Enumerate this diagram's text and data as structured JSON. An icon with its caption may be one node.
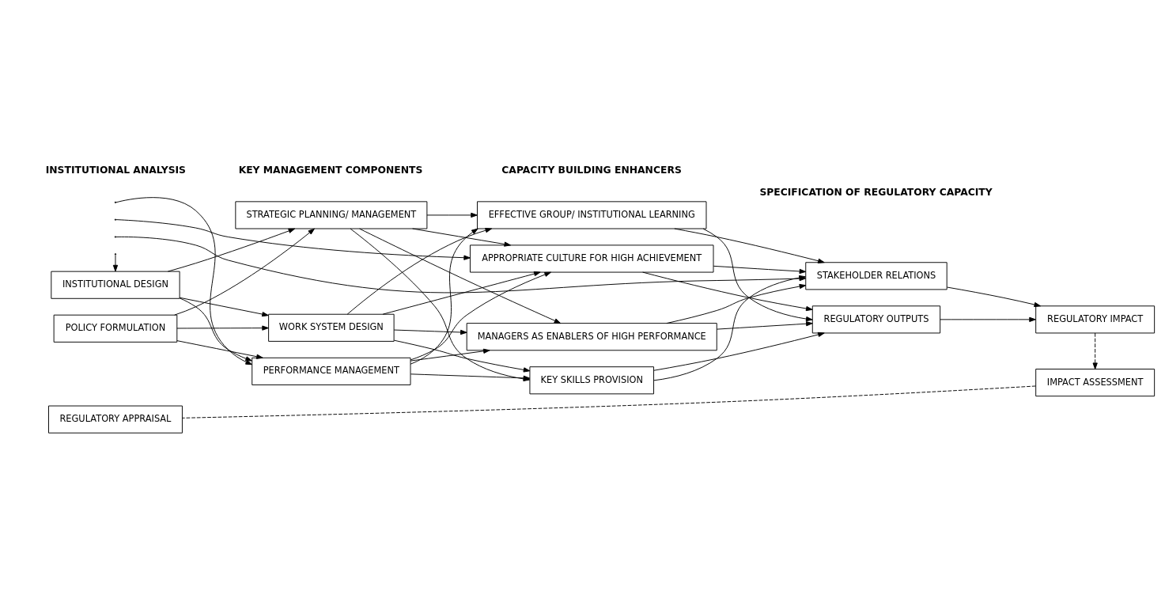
{
  "diagram": {
    "nodes": [
      {
        "text": [
          "POLICY FORMULATION"
        ]
      },
      {
        "text": [
          "INSTITUTIONAL DESIGN"
        ]
      },
      {
        "text": [
          "STRATEGIC PLANNING/ MANAGEMENT"
        ]
      },
      {
        "text": [
          "WORK SYSTEM DESIGN"
        ]
      },
      {
        "text": [
          "PERFORMANCE MANAGEMENT"
        ]
      },
      {
        "text": [
          "KEY SKILLS PROVISION"
        ]
      },
      {
        "text": [
          "EFFECTIVE GROUP/ INSTITUTIONAL LEARNING"
        ]
      },
      {
        "text": [
          "MANAGERS AS ENABLERS OF HIGH PERFORMANCE"
        ]
      },
      {
        "text": [
          "APPROPRIATE CULTURE FOR HIGH ACHIEVEMENT"
        ]
      },
      {
        "text": [
          "REGULATORY OUTPUTS"
        ]
      },
      {
        "text": [
          "STAKEHOLDER RELATIONS"
        ]
      },
      {
        "text": [
          "REGULATORY IMPACT"
        ]
      },
      {
        "text": [
          "IMPACT ASSESSMENT"
        ]
      },
      {
        "text": [
          "REGULATORY APPRAISAL"
        ]
      }
    ],
    "edges": [
      {
        "from": 0,
        "to": 2,
        "arrow": "to"
      },
      {
        "from": 0,
        "to": 3,
        "arrow": "to"
      },
      {
        "from": 0,
        "to": 4,
        "arrow": "to"
      },
      {
        "from": 1,
        "to": 2,
        "arrow": "to"
      },
      {
        "from": 1,
        "to": 3,
        "arrow": "to"
      },
      {
        "from": 1,
        "to": 4,
        "arrow": "to"
      },
      {
        "from": 2,
        "to": 5,
        "arrow": "to"
      },
      {
        "from": 2,
        "to": 6,
        "arrow": "to"
      },
      {
        "from": 2,
        "to": 7,
        "arrow": "to"
      },
      {
        "from": 2,
        "to": 8,
        "arrow": "to"
      },
      {
        "from": 3,
        "to": 5,
        "arrow": "to"
      },
      {
        "from": 3,
        "to": 6,
        "arrow": "to"
      },
      {
        "from": 3,
        "to": 7,
        "arrow": "to"
      },
      {
        "from": 3,
        "to": 8,
        "arrow": "to"
      },
      {
        "from": 4,
        "to": 5,
        "arrow": "to"
      },
      {
        "from": 4,
        "to": 6,
        "arrow": "to"
      },
      {
        "from": 4,
        "to": 7,
        "arrow": "to"
      },
      {
        "from": 4,
        "to": 8,
        "arrow": "to"
      },
      {
        "from": 5,
        "to": 9,
        "arrow": "to"
      },
      {
        "from": 6,
        "to": 9,
        "arrow": "to"
      },
      {
        "from": 7,
        "to": 9,
        "arrow": "to"
      },
      {
        "from": 8,
        "to": 9,
        "arrow": "to"
      },
      {
        "from": 5,
        "to": 10,
        "arrow": "to"
      },
      {
        "from": 6,
        "to": 10,
        "arrow": "to"
      },
      {
        "from": 7,
        "to": 10,
        "arrow": "to"
      },
      {
        "from": 8,
        "to": 10,
        "arrow": "to"
      },
      {
        "from": 9,
        "to": 11,
        "arrow": "to"
      },
      {
        "from": 10,
        "to": 11,
        "arrow": "to"
      },
      {
        "from": 11,
        "to": 12,
        "arrow": "to",
        "style": "dashed"
      },
      {
        "from": 12,
        "to": 13,
        "arrow": "none",
        "style": "dashed"
      },
      {
        "from": null,
        "to": 1,
        "arrow": "to"
      },
      {
        "from": null,
        "to": 4,
        "arrow": "to"
      },
      {
        "from": null,
        "to": 8,
        "arrow": "to"
      },
      {
        "from": null,
        "to": 10,
        "arrow": "to"
      }
    ],
    "labels": [
      "INSTITUTIONAL ANALYSIS",
      "KEY MANAGEMENT COMPONENTS",
      "CAPACITY BUILDING ENHANCERS",
      "SPECIFICATION OF REGULATORY CAPACITY"
    ]
  }
}
